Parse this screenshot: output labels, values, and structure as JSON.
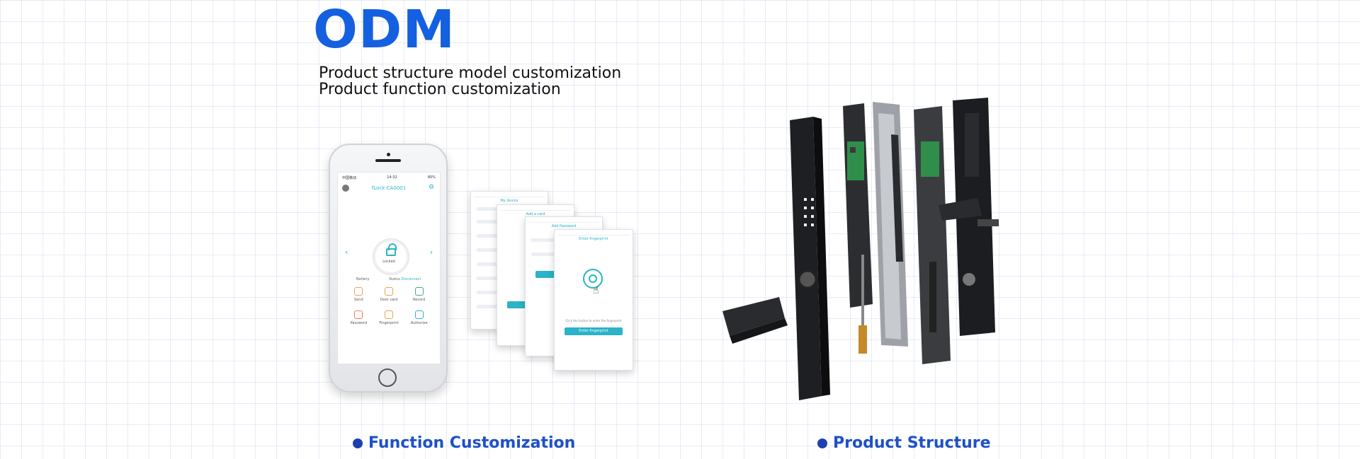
{
  "heading": "ODM",
  "lines": [
    "Product structure model customization",
    "Product function customization"
  ],
  "phone": {
    "time": "14:32",
    "carrier": "中国移动",
    "battery_pct": "80%",
    "device_title": "fLock-CA0001",
    "lock_status": "Locked",
    "battery_label": "Battery",
    "status_label": "Status",
    "status_value": "Disconnect",
    "grid": [
      "Send",
      "Door card",
      "Record",
      "Password",
      "Fingerprint",
      "Authorize"
    ]
  },
  "screens": {
    "s1_title": "My device",
    "s2_title": "Add a card",
    "s3_title": "Add Password",
    "s4_title": "Enter fingerprint",
    "s4_hint": "Click the button to enter the fingerprint",
    "s4_button": "Enter fingerprint"
  },
  "captions": {
    "left": "Function Customization",
    "right": "Product Structure"
  },
  "colors": {
    "heading": "#1460e0",
    "caption": "#1e50c8",
    "accent": "#2bb3c8"
  }
}
